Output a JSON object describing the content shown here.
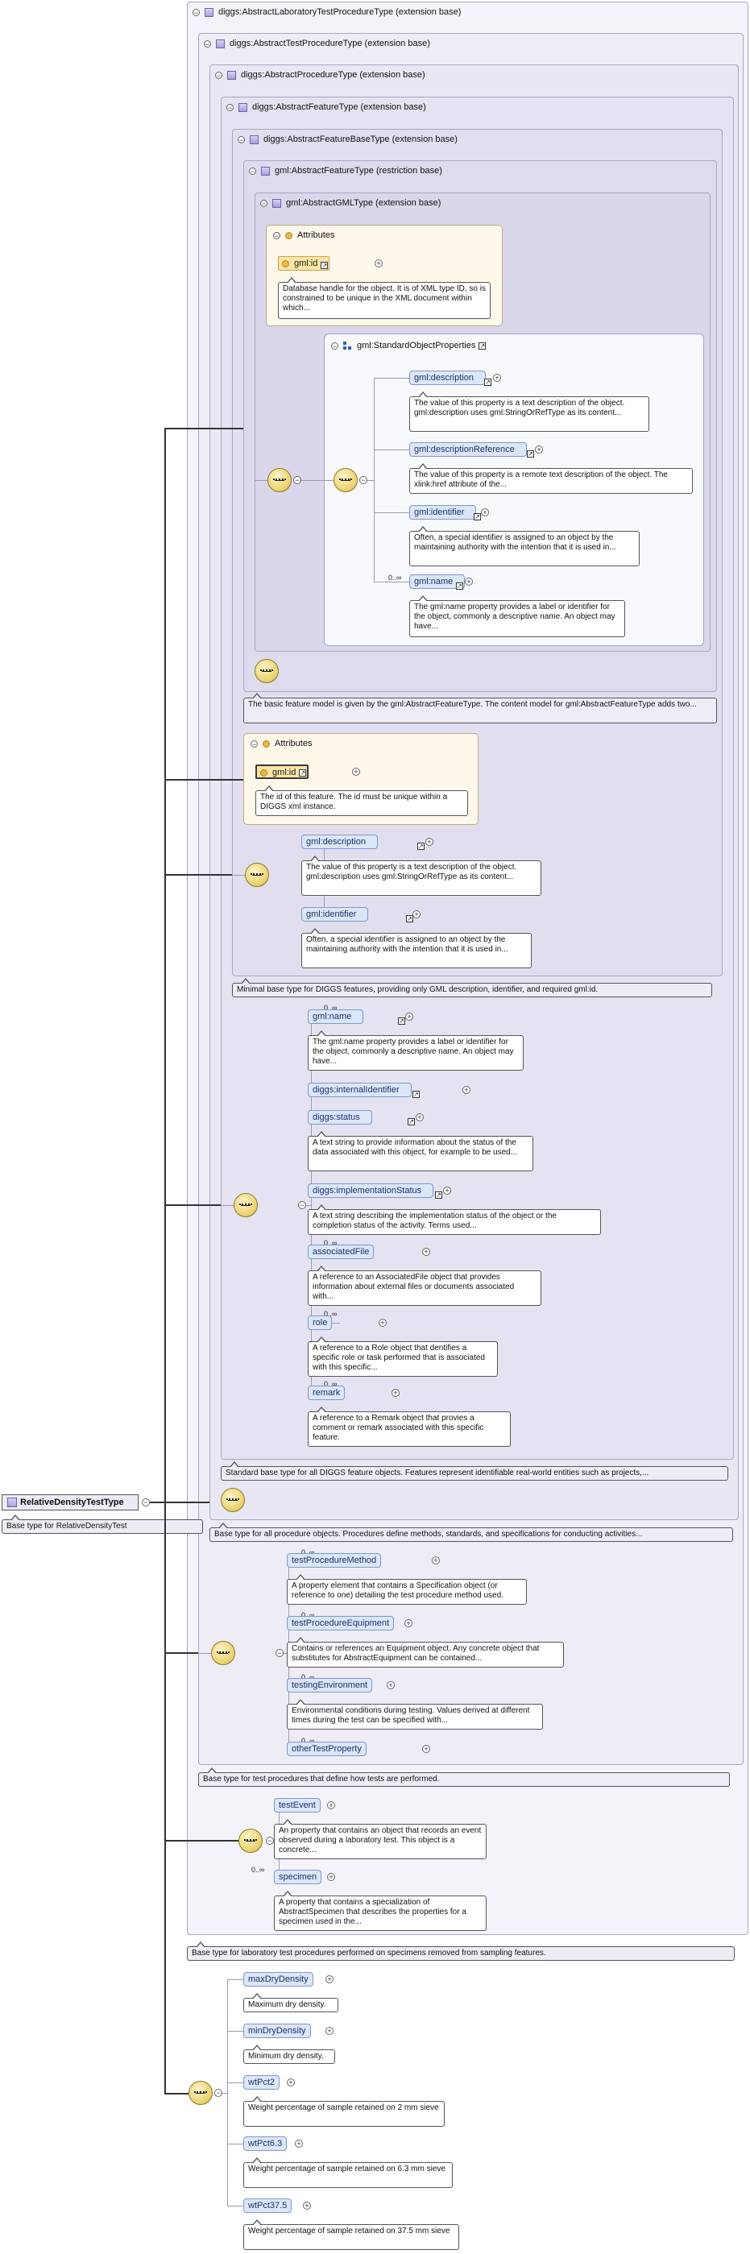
{
  "boxes": {
    "abstract_lab": "diggs:AbstractLaboratoryTestProcedureType (extension base)",
    "abstract_test": "diggs:AbstractTestProcedureType (extension base)",
    "abstract_proc": "diggs:AbstractProcedureType (extension base)",
    "abstract_feature": "diggs:AbstractFeatureType (extension base)",
    "abstract_feature_base": "diggs:AbstractFeatureBaseType (extension base)",
    "gml_feature": "gml:AbstractFeatureType (restriction base)",
    "gml_gml": "gml:AbstractGMLType (extension base)"
  },
  "attributes_label": "Attributes",
  "group_label": "gml:StandardObjectProperties",
  "root": {
    "name": "RelativeDensityTestType",
    "doc": "Base type for RelativeDensityTest"
  },
  "gmltype": {
    "id_attr": "gml:id",
    "id_doc": "Database handle for the object. It is of XML type ID, so is constrained to be unique in the XML document within which...",
    "elements": [
      {
        "name": "gml:description",
        "card": "",
        "doc": "The value of this property is a text description of the object. gml:description uses gml:StringOrRefType as its content..."
      },
      {
        "name": "gml:descriptionReference",
        "card": "",
        "doc": "The value of this property is a remote text description of the object. The xlink:href attribute of the..."
      },
      {
        "name": "gml:identifier",
        "card": "",
        "doc": "Often, a special identifier is assigned to an object by the maintaining authority with the intention that it is used in..."
      },
      {
        "name": "gml:name",
        "card": "0..∞",
        "doc": "The gml:name property provides a label or identifier for the object, commonly a descriptive name. An object may have..."
      }
    ]
  },
  "gml_feature_doc": "The basic feature model is given by the gml:AbstractFeatureType. The content model for gml:AbstractFeatureType adds two...",
  "featurebase": {
    "id_attr": "gml:id",
    "id_doc": "The id of this feature. The id must be unique within a DIGGS xml instance.",
    "elements": [
      {
        "name": "gml:description",
        "card": "",
        "doc": "The value of this property is a text description of the object. gml:description uses gml:StringOrRefType as its content..."
      },
      {
        "name": "gml:identifier",
        "card": "",
        "doc": "Often, a special identifier is assigned to an object by the maintaining authority with the intention that it is used in..."
      }
    ],
    "doc": "Minimal base type for DIGGS features, providing only GML description, identifier, and required gml:id."
  },
  "feature": {
    "elements": [
      {
        "name": "gml:name",
        "card": "0..∞",
        "doc": "The gml:name property provides a label or identifier for the object, commonly a descriptive name. An object may have..."
      },
      {
        "name": "diggs:internalIdentifier",
        "card": "",
        "doc": ""
      },
      {
        "name": "diggs:status",
        "card": "",
        "doc": "A text string to provide information about the status of the data associated with this object, for example to be used..."
      },
      {
        "name": "diggs:implementationStatus",
        "card": "",
        "doc": "A text string describing the implementation status of the object or the completion status of the activity. Terms used..."
      },
      {
        "name": "associatedFile",
        "card": "0..∞",
        "doc": "A reference to an AssociatedFile object that provides information about external files or documents associated with..."
      },
      {
        "name": "role",
        "card": "0..∞",
        "doc": "A reference to a Role object that dentifies a specific role or task performed that is associated with this specific..."
      },
      {
        "name": "remark",
        "card": "0..∞",
        "doc": "A reference to a Remark object that provies a comment or remark associated with this specific feature."
      }
    ],
    "doc": "Standard base type for all DIGGS feature objects. Features represent identifiable real-world entities such as projects,..."
  },
  "procedure_doc": "Base type for all procedure objects. Procedures define methods, standards, and specifications for conducting activities...",
  "testproc": {
    "elements": [
      {
        "name": "testProcedureMethod",
        "card": "0..∞",
        "doc": "A property element that contains a Specification object (or reference to one) detailing the test procedure method used."
      },
      {
        "name": "testProcedureEquipment",
        "card": "0..∞",
        "doc": "Contains or references an Equipment object. Any concrete object that substitutes for AbstractEquipment can be contained..."
      },
      {
        "name": "testingEnvironment",
        "card": "0..∞",
        "doc": "Environmental conditions during testing. Values derived at different times during the test can be specified with..."
      },
      {
        "name": "otherTestProperty",
        "card": "0..∞",
        "doc": ""
      }
    ],
    "doc": "Base type for test procedures that define how tests are performed."
  },
  "labproc": {
    "elements": [
      {
        "name": "testEvent",
        "card": "",
        "doc": "An property that contains an object that records an event observed during a laboratory test. This object is a concrete..."
      },
      {
        "name": "specimen",
        "card": "0..∞",
        "doc": "A property that contains a specialization of AbstractSpecimen that describes the properties for a specimen used in the..."
      }
    ],
    "doc": "Base type for laboratory test procedures performed on specimens removed from sampling features."
  },
  "relative": {
    "elements": [
      {
        "name": "maxDryDensity",
        "doc": "Maximum dry density."
      },
      {
        "name": "minDryDensity",
        "doc": "Minimum dry density."
      },
      {
        "name": "wtPct2",
        "doc": "Weight percentage of sample retained on 2 mm sieve"
      },
      {
        "name": "wtPct6.3",
        "doc": "Weight percentage of sample retained on 6.3 mm sieve"
      },
      {
        "name": "wtPct37.5",
        "doc": "Weight percentage of sample retained on 37.5 mm sieve"
      }
    ]
  }
}
